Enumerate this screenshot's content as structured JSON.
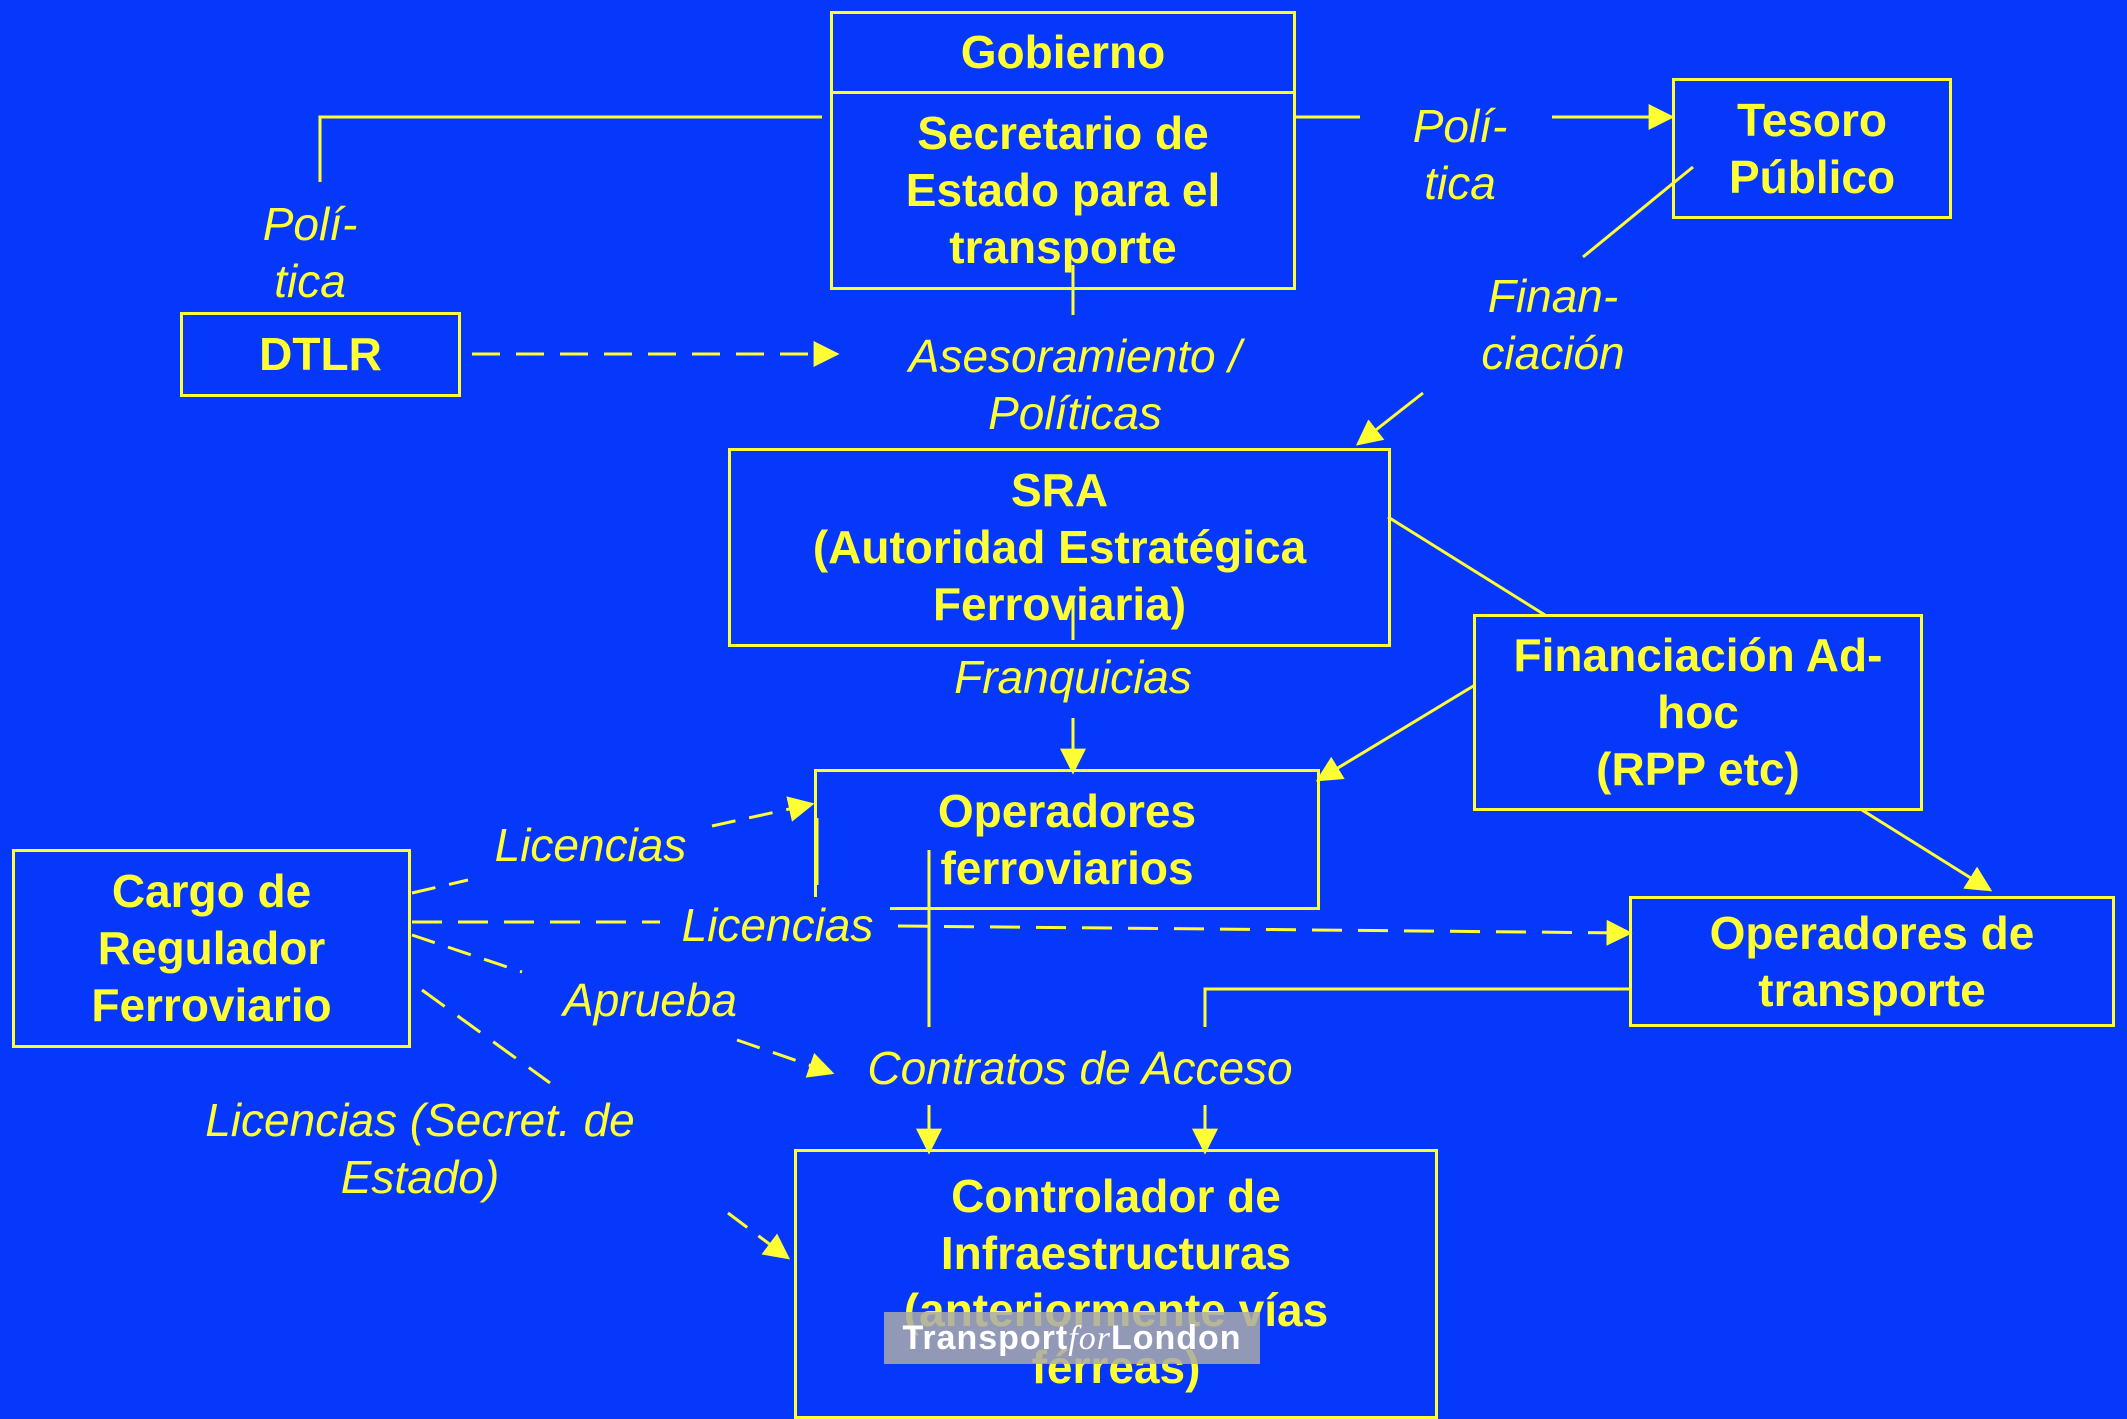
{
  "colors": {
    "background": "#0538FB",
    "foreground": "#FFFF33",
    "logo_bg": "#AAAAAA"
  },
  "boxes": {
    "gobierno": "Gobierno",
    "secretario": [
      "Secretario de",
      "Estado para el",
      "transporte"
    ],
    "tesoro": [
      "Tesoro",
      "Público"
    ],
    "dtlr": "DTLR",
    "sra": [
      "SRA",
      "(Autoridad Estratégica",
      "Ferroviaria)"
    ],
    "financiacion_adhoc": [
      "Financiación Ad-",
      "hoc",
      "(RPP etc)"
    ],
    "operadores_ferroviarios": [
      "Operadores",
      "ferroviarios"
    ],
    "regulador": [
      "Cargo de",
      "Regulador",
      "Ferroviario"
    ],
    "operadores_transporte": [
      "Operadores de",
      "transporte"
    ],
    "controlador": [
      "Controlador de",
      "Infraestructuras",
      "(anteriormente vías",
      "férreas)"
    ]
  },
  "labels": {
    "politica_left": [
      "Polí-",
      "tica"
    ],
    "politica_right": [
      "Polí-",
      "tica"
    ],
    "financiacion": [
      "Finan-",
      "ciación"
    ],
    "asesoramiento": [
      "Asesoramiento /",
      "Políticas"
    ],
    "franquicias": "Franquicias",
    "licencias_1": "Licencias",
    "licencias_2": "Licencias",
    "aprueba": "Aprueba",
    "contratos": "Contratos de Acceso",
    "licencias_secret": [
      "Licencias (Secret. de",
      "Estado)"
    ]
  },
  "logo": {
    "part1": "Transport",
    "part2": "for",
    "part3": "London"
  }
}
